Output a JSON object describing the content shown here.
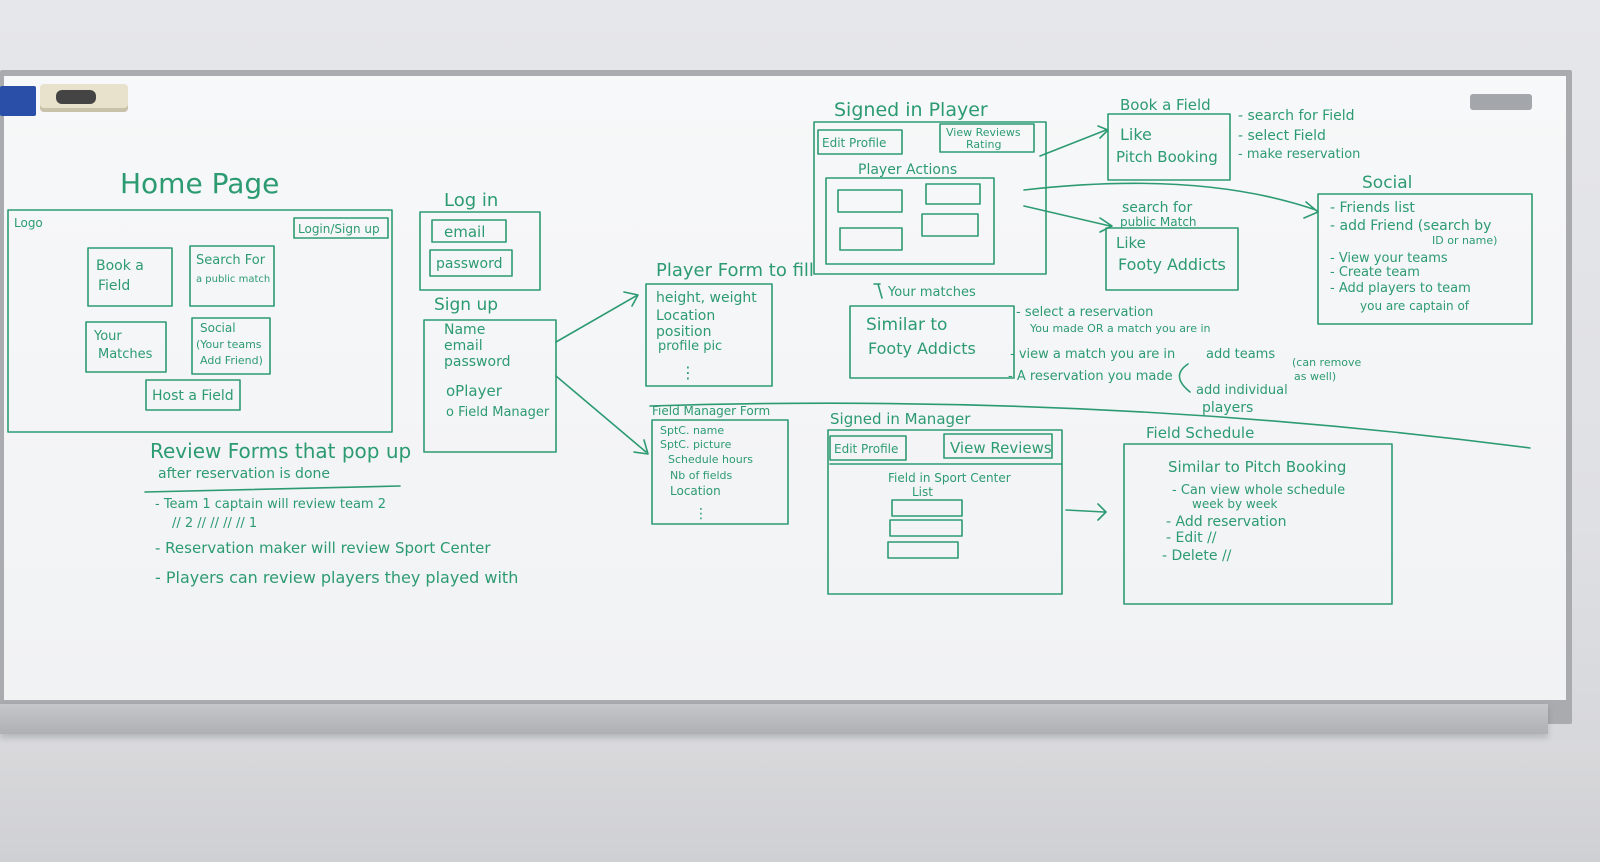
{
  "board": {
    "home_page": {
      "title": "Home Page",
      "logo": "Logo",
      "login_signup": "Login/Sign up",
      "book_field": [
        "Book a",
        "Field"
      ],
      "search_match": [
        "Search For",
        "a public match"
      ],
      "your_matches": [
        "Your",
        "Matches"
      ],
      "social": [
        "Social",
        "(Your teams",
        "Add Friend)"
      ],
      "host_field": "Host a Field"
    },
    "login": {
      "title": "Log in",
      "email": "email",
      "password": "password"
    },
    "signup": {
      "title": "Sign up",
      "fields": [
        "Name",
        "email",
        "password"
      ],
      "options": [
        "oPlayer",
        "o Field Manager"
      ]
    },
    "player_form": {
      "title": "Player Form to fill",
      "fields": [
        "height, weight",
        "Location",
        "position",
        "profile pic"
      ],
      "dots": "⋮"
    },
    "manager_form": {
      "title": "Field Manager Form",
      "fields": [
        "SptC. name",
        "SptC. picture",
        "Schedule hours",
        "Nb of fields",
        "Location"
      ],
      "dots": "⋮"
    },
    "signed_player": {
      "title": "Signed in Player",
      "edit_profile": "Edit Profile",
      "view_reviews": [
        "View Reviews",
        "Rating"
      ],
      "actions": "Player Actions"
    },
    "book_a_field": {
      "title": "Book a Field",
      "body": [
        "Like",
        "Pitch Booking"
      ],
      "notes": [
        "- search for Field",
        "- select Field",
        "- make reservation"
      ]
    },
    "search_public": {
      "title": [
        "search for",
        "public Match"
      ],
      "body": [
        "Like",
        "Footy Addicts"
      ]
    },
    "social": {
      "title": "Social",
      "items": [
        "- Friends list",
        "- add Friend (search by",
        "ID or name)",
        "- View your teams",
        "- Create team",
        "- Add players to team",
        "you are captain of"
      ]
    },
    "your_matches": {
      "title": "Your matches",
      "body": [
        "Similar to",
        "Footy Addicts"
      ],
      "notes": [
        "- select a reservation",
        "You made OR a match you are in",
        "- view a match you are in",
        "- A reservation you made"
      ],
      "branch": [
        "add teams",
        "add individual",
        "players",
        "(can remove",
        "as well)"
      ]
    },
    "signed_manager": {
      "title": "Signed in Manager",
      "edit_profile": "Edit Profile",
      "view_reviews": "View Reviews",
      "list_title": [
        "Field in Sport Center",
        "List"
      ]
    },
    "field_schedule": {
      "title": "Field Schedule",
      "items": [
        "Similar to Pitch Booking",
        "- Can view whole schedule",
        "week by week",
        "- Add reservation",
        "- Edit      //",
        "- Delete    //"
      ]
    },
    "review_forms": {
      "title": [
        "Review Forms that pop up",
        "after reservation is done"
      ],
      "items": [
        "- Team 1 captain will review team 2",
        "// 2 //     //   //     // 1",
        "- Reservation maker will review Sport Center",
        "- Players can review players they played with"
      ]
    }
  },
  "colors": {
    "ink": "#2d9b72",
    "board": "#f4f5f6",
    "frame": "#a9abae"
  }
}
